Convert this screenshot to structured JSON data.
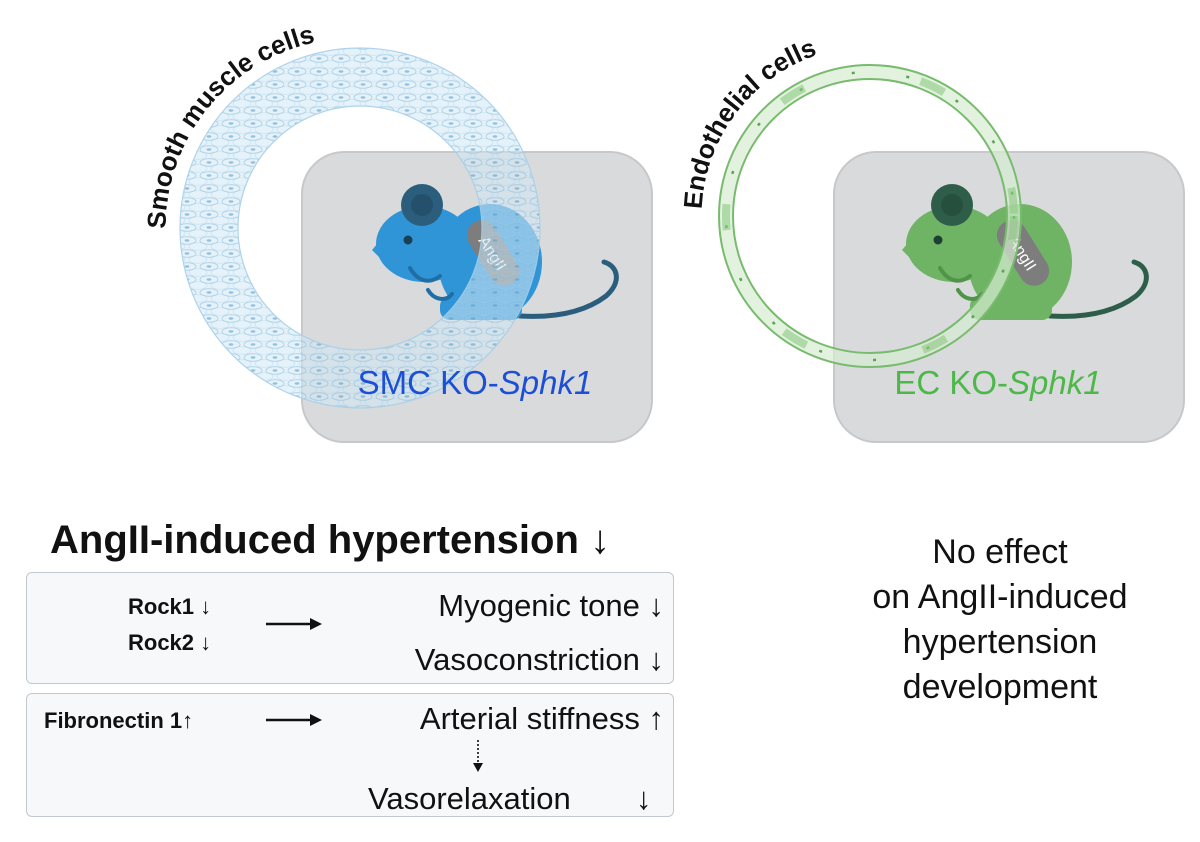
{
  "colors": {
    "smc_accent": "#2f95d6",
    "smc_label": "#1c4fd6",
    "ec_accent": "#6fb464",
    "ec_label": "#4cb848",
    "panel_gray": "#d9dadc",
    "label_gray": "#7d7d7d"
  },
  "smc_panel": {
    "ring_label": "Smooth muscle cells",
    "badge": "AngII",
    "label_prefix": "SMC KO-",
    "label_gene": "Sphk1"
  },
  "ec_panel": {
    "ring_label": "Endothelial cells",
    "badge": "AngII",
    "label_prefix": "EC KO-",
    "label_gene": "Sphk1"
  },
  "smc_result": {
    "heading": "AngII-induced hypertension ↓",
    "box1": {
      "gene1": "Rock1 ↓",
      "gene2": "Rock2 ↓",
      "effect1": "Myogenic tone ↓",
      "effect2": "Vasoconstriction ↓"
    },
    "box2": {
      "gene": "Fibronectin 1↑",
      "effect1": "Arterial stiffness ↑",
      "effect2_text": "Vasorelaxation",
      "effect2_arrow": "↓"
    }
  },
  "ec_result": {
    "lines": [
      "No effect",
      "on AngII-induced",
      "hypertension",
      "development"
    ]
  }
}
